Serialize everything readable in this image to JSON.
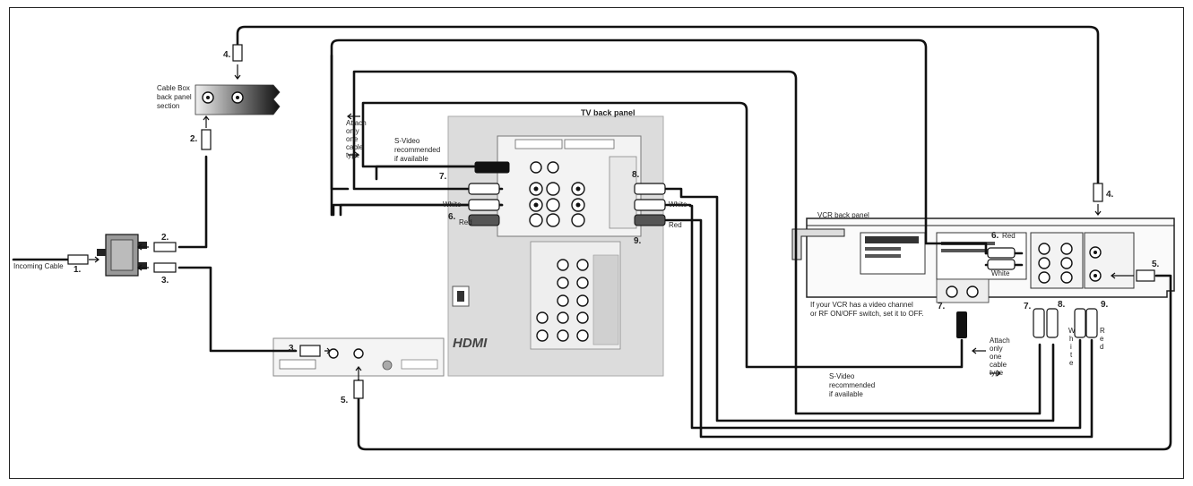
{
  "labels": {
    "cable_box": [
      "Cable Box",
      "back panel",
      "section"
    ],
    "tv_back_panel": "TV back panel",
    "vcr_back_panel": "VCR back panel",
    "svideo_left": [
      "S-Video",
      "recommended",
      "if available"
    ],
    "svideo_right": [
      "S-Video",
      "recommended",
      "if available"
    ],
    "attach_left": [
      "Attach",
      "only",
      "one",
      "cable",
      "type"
    ],
    "attach_right": [
      "Attach",
      "only",
      "one",
      "cable",
      "type"
    ],
    "white_left": "White",
    "red_left": "Red",
    "white_tv_right": "White",
    "red_tv_right": "Red",
    "red_vcr": "Red",
    "white_vcr": "White",
    "incoming_cable": "Incoming Cable",
    "vcr_note": [
      "If your VCR has a video channel",
      "or RF ON/OFF switch, set it to OFF."
    ],
    "white_vertical": [
      "W",
      "h",
      "i",
      "t",
      "e"
    ],
    "red_vertical": [
      "R",
      "e",
      "d"
    ],
    "hdmi_logo": "HDMI"
  },
  "steps": {
    "s1": "1.",
    "s2_box": "2.",
    "s2_splitter": "2.",
    "s3_splitter": "3.",
    "s3_tv": "3.",
    "s4_top": "4.",
    "s4_vcr": "4.",
    "s5_tv": "5.",
    "s5_vcr": "5.",
    "s6_tv": "6.",
    "s6_vcr": "6.",
    "s7_tv": "7.",
    "s7_vcr_svideo": "7.",
    "s7_vcr_video": "7.",
    "s8_tv": "8.",
    "s8_vcr": "8.",
    "s9_tv": "9.",
    "s9_vcr": "9."
  }
}
